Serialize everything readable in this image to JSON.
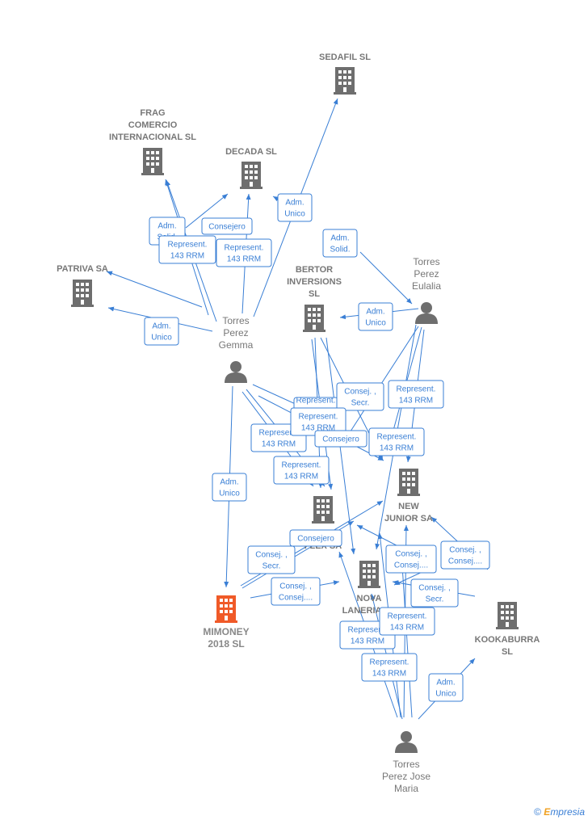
{
  "colors": {
    "edge": "#3a7fd5",
    "building": "#6e6e6e",
    "target": "#f05a28",
    "person": "#6e6e6e"
  },
  "nodes": {
    "sedafil": {
      "lines": [
        "SEDAFIL SL"
      ]
    },
    "frag": {
      "lines": [
        "FRAG",
        "COMERCIO",
        "INTERNACIONAL SL"
      ]
    },
    "decada": {
      "lines": [
        "DECADA SL"
      ]
    },
    "patriva": {
      "lines": [
        "PATRIVA SA"
      ]
    },
    "bertor": {
      "lines": [
        "BERTOR",
        "INVERSIONS",
        "SL"
      ]
    },
    "eulalia": {
      "lines": [
        "Torres",
        "Perez",
        "Eulalia"
      ]
    },
    "gemma": {
      "lines": [
        "Torres",
        "Perez",
        "Gemma"
      ]
    },
    "newjunior": {
      "lines": [
        "NEW",
        "JUNIOR SA"
      ]
    },
    "flex": {
      "lines": [
        "FLEX SA"
      ]
    },
    "mimoney": {
      "lines": [
        "MIMONEY",
        "2018  SL"
      ]
    },
    "nova": {
      "lines": [
        "NOVA",
        "LANERIA SA"
      ]
    },
    "kookaburra": {
      "lines": [
        "KOOKABURRA",
        "SL"
      ]
    },
    "josemaria": {
      "lines": [
        "Torres",
        "Perez Jose",
        "Maria"
      ]
    }
  },
  "relations": [
    {
      "id": "r1",
      "lines": [
        "Adm.",
        "Solid."
      ]
    },
    {
      "id": "r2",
      "lines": [
        "Represent.",
        "143 RRM"
      ]
    },
    {
      "id": "r3",
      "lines": [
        "Consejero"
      ]
    },
    {
      "id": "r4",
      "lines": [
        "Represent.",
        "143 RRM"
      ]
    },
    {
      "id": "r5",
      "lines": [
        "Adm.",
        "Unico"
      ]
    },
    {
      "id": "r6",
      "lines": [
        "Adm.",
        "Solid."
      ]
    },
    {
      "id": "r7",
      "lines": [
        "Adm.",
        "Unico"
      ]
    },
    {
      "id": "r8",
      "lines": [
        "Adm.",
        "Unico"
      ]
    },
    {
      "id": "r9",
      "lines": [
        "Consej. ,",
        "Secr."
      ]
    },
    {
      "id": "r10",
      "lines": [
        "Represent.",
        "143 RRM"
      ]
    },
    {
      "id": "r11",
      "lines": [
        "Represent.",
        "143 RRM"
      ]
    },
    {
      "id": "r12",
      "lines": [
        "Represent.",
        "143 RRM"
      ]
    },
    {
      "id": "r13",
      "lines": [
        "Represent.",
        "143 RRM"
      ]
    },
    {
      "id": "r14",
      "lines": [
        "Consejero"
      ]
    },
    {
      "id": "r15",
      "lines": [
        "Represent.",
        "143 RRM"
      ]
    },
    {
      "id": "r16",
      "lines": [
        "Represent.",
        "143 RRM"
      ]
    },
    {
      "id": "r17",
      "lines": [
        "Adm.",
        "Unico"
      ]
    },
    {
      "id": "r18",
      "lines": [
        "Consejero"
      ]
    },
    {
      "id": "r19",
      "lines": [
        "Consej. ,",
        "Secr."
      ]
    },
    {
      "id": "r20",
      "lines": [
        "Consej. ,",
        "Consej...."
      ]
    },
    {
      "id": "r21",
      "lines": [
        "Consej. ,",
        "Consej...."
      ]
    },
    {
      "id": "r22",
      "lines": [
        "Consej. ,",
        "Consej...."
      ]
    },
    {
      "id": "r23",
      "lines": [
        "Consej. ,",
        "Secr."
      ]
    },
    {
      "id": "r24",
      "lines": [
        "Represent.",
        "143 RRM"
      ]
    },
    {
      "id": "r25",
      "lines": [
        "Represent.",
        "143 RRM"
      ]
    },
    {
      "id": "r26",
      "lines": [
        "Represent.",
        "143 RRM"
      ]
    },
    {
      "id": "r27",
      "lines": [
        "Adm.",
        "Unico"
      ]
    }
  ],
  "footer": {
    "copyright": "©",
    "brand_initial": "E",
    "brand_rest": "mpresia"
  }
}
